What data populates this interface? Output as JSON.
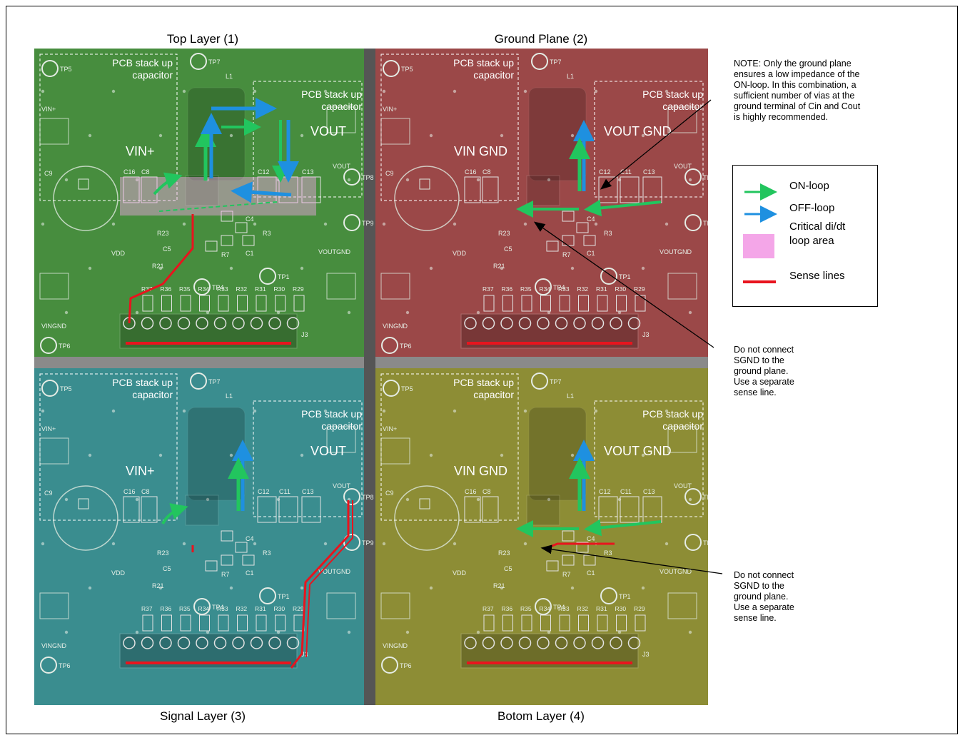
{
  "layers": {
    "top": {
      "title": "Top Layer (1)",
      "vin": "VIN+",
      "vout": "VOUT"
    },
    "ground": {
      "title": "Ground Plane (2)",
      "vin": "VIN GND",
      "vout": "VOUT GND"
    },
    "signal": {
      "title": "Signal Layer (3)",
      "vin": "VIN+",
      "vout": "VOUT"
    },
    "bottom": {
      "title": "Botom Layer (4)",
      "vin": "VIN GND",
      "vout": "VOUT GND"
    }
  },
  "capacitor_label": [
    "PCB stack up",
    "capacitor"
  ],
  "silkscreen": {
    "tp5": "TP5",
    "tp6": "TP6",
    "tp7": "TP7",
    "tp8": "TP8",
    "tp9": "TP9",
    "tp4": "TP4",
    "tp1": "TP1",
    "vin": "VIN+",
    "vingnd": "VINGND",
    "vout": "VOUT",
    "voutgnd": "VOUTGND",
    "vdd": "VDD",
    "c9": "C9",
    "c16": "C16",
    "c8": "C8",
    "c12": "C12",
    "c11": "C11",
    "c13": "C13",
    "r23": "R23",
    "r21": "R21",
    "c5": "C5",
    "r3": "R3",
    "r7": "R7",
    "c1": "C1",
    "c4": "C4",
    "l1": "L1",
    "j3": "J3",
    "resistors": [
      "R37",
      "R36",
      "R35",
      "R34",
      "R33",
      "R32",
      "R31",
      "R30",
      "R29"
    ]
  },
  "note": "NOTE: Only the ground plane ensures a low impedance of the ON-loop. In this combination, a sufficient number of vias at the ground terminal of Cin and Cout is highly recommended.",
  "note_lines": [
    "NOTE: Only the ground plane",
    "ensures a low impedance of the",
    "ON-loop. In this combination, a",
    "sufficient number of vias at the",
    "ground terminal of Cin and Cout",
    "is highly recommended."
  ],
  "callout_lines": [
    "Do not connect",
    "SGND to the",
    "ground plane.",
    "Use a separate",
    "sense line."
  ],
  "legend": {
    "on_loop": "ON-loop",
    "off_loop": "OFF-loop",
    "critical": [
      "Critical di/dt",
      "loop area"
    ],
    "sense": "Sense lines"
  },
  "colors": {
    "on_loop": "#22c55e",
    "off_loop": "#1e90e0",
    "critical": "#f4a6e8",
    "sense": "#e8141e",
    "top_tint": "#4e9a44",
    "ground_tint": "#a94f4f",
    "signal_tint": "#3f9a9c",
    "bottom_tint": "#9a9a3a"
  }
}
